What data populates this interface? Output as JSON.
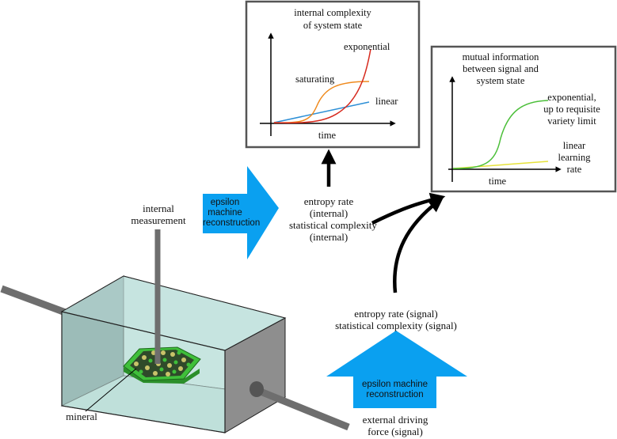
{
  "labels": {
    "internal_measurement": [
      "internal",
      "measurement"
    ],
    "mineral": "mineral",
    "external_force": [
      "external driving",
      "force (signal)"
    ],
    "entropy_internal": [
      "entropy rate",
      "(internal)",
      "statistical complexity",
      "(internal)"
    ],
    "entropy_signal": [
      "entropy rate (signal)",
      "statistical complexity (signal)"
    ],
    "epsilon_left": [
      "epsilon",
      "machine",
      "reconstruction"
    ],
    "epsilon_bottom": [
      "epsilon machine",
      "reconstruction"
    ]
  },
  "plot_internal": {
    "title": [
      "internal complexity",
      "of system state"
    ],
    "xlabel": "time",
    "curves": [
      {
        "label": "exponential",
        "color": "#d62a1e"
      },
      {
        "label": "saturating",
        "color": "#ef8a1e"
      },
      {
        "label": "linear",
        "color": "#2d8fd6"
      }
    ]
  },
  "plot_mutual": {
    "title": [
      "mutual information",
      "between signal and",
      "system state"
    ],
    "xlabel": "time",
    "curves": [
      {
        "label": [
          "exponential,",
          "up to requisite",
          "variety limit"
        ],
        "color": "#4cbf3a"
      },
      {
        "label": [
          "linear",
          "learning",
          "rate"
        ],
        "color": "#e6e23a"
      }
    ]
  },
  "colors": {
    "arrow_blue": "#0aa0f0",
    "tank_face": "#c5e3df",
    "tank_side": "#6c8c89",
    "tank_gray": "#8a8a8a",
    "mineral_green": "#3fbf3a"
  }
}
